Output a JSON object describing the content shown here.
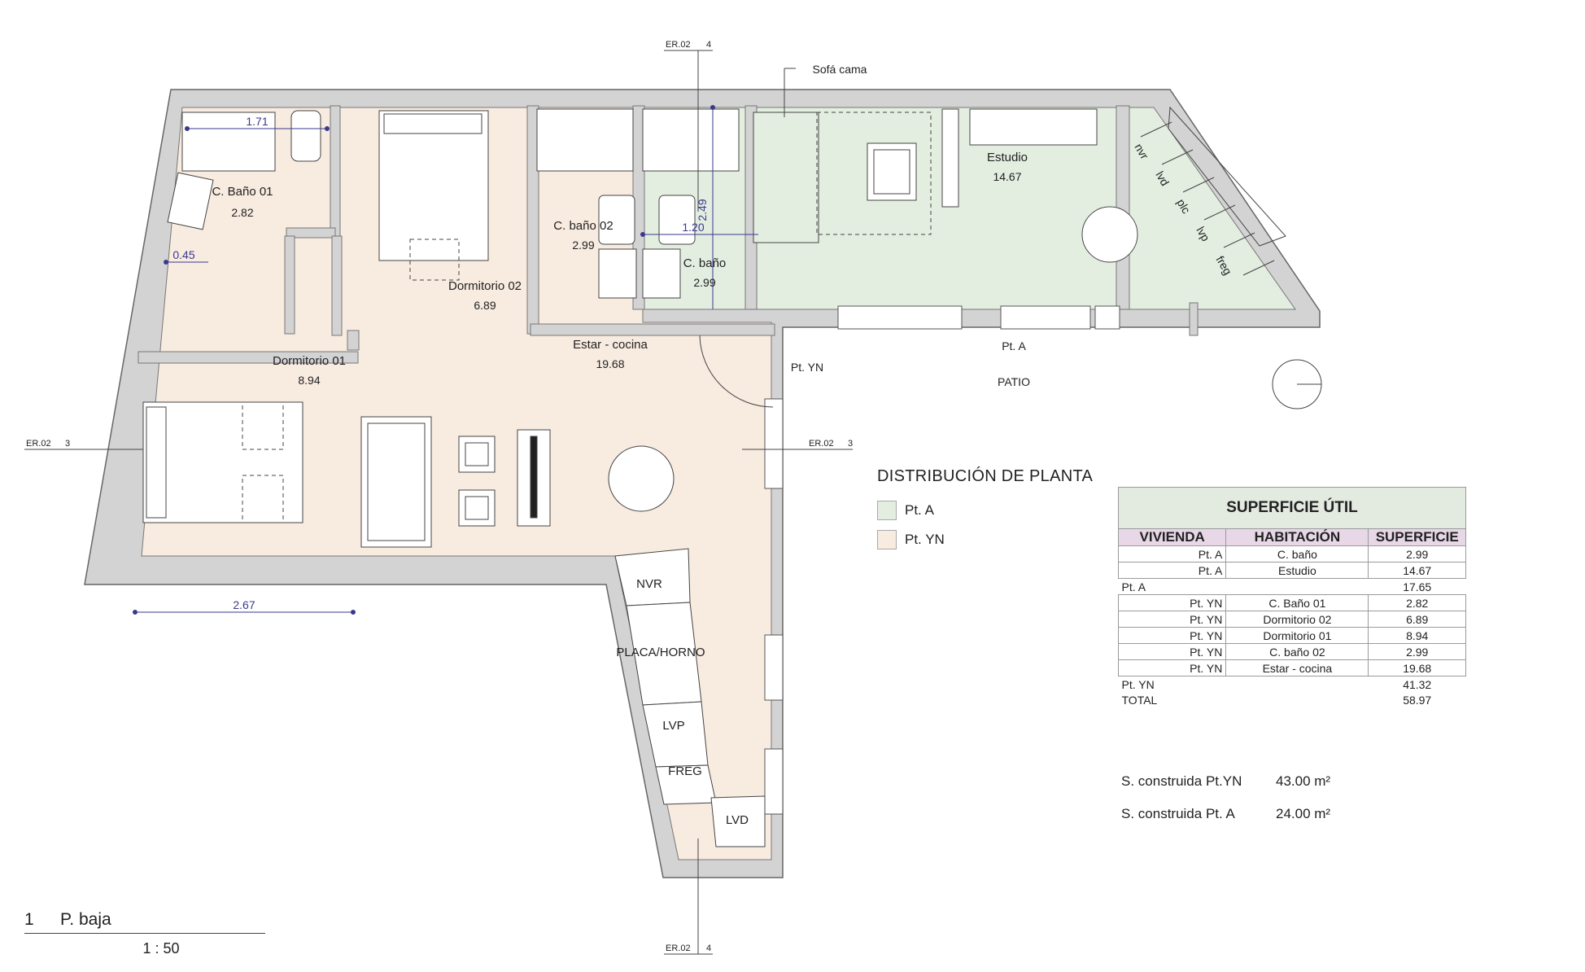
{
  "colors": {
    "pt_a": "#e3eee1",
    "pt_yn": "#f8ebe0",
    "wall": "#d3d3d3",
    "dim": "#3a3a8c"
  },
  "plan": {
    "rooms": [
      {
        "name": "C. Baño 01",
        "area": "2.82"
      },
      {
        "name": "Dormitorio 02",
        "area": "6.89"
      },
      {
        "name": "C. baño 02",
        "area": "2.99"
      },
      {
        "name": "C. baño",
        "area": "2.99"
      },
      {
        "name": "Estudio",
        "area": "14.67"
      },
      {
        "name": "Dormitorio 01",
        "area": "8.94"
      },
      {
        "name": "Estar - cocina",
        "area": "19.68"
      }
    ],
    "labels": {
      "sofa": "Sofá cama",
      "pt_a": "Pt. A",
      "pt_yn": "Pt. YN",
      "patio": "PATIO"
    },
    "dims": {
      "d171": "1.71",
      "d045": "0.45",
      "d249": "2.49",
      "d120": "1.20",
      "d267": "2.67"
    },
    "fixtures": {
      "nvr": "NVR",
      "placa": "PLACA/HORNO",
      "lvp": "LVP",
      "freg": "FREG",
      "lvd": "LVD",
      "s_nvr": "nvr",
      "s_lvd": "lvd",
      "s_plc": "plc",
      "s_lvp": "lvp",
      "s_freg": "freg"
    },
    "sections": {
      "top": "ER.02",
      "top_n": "4",
      "left": "ER.02",
      "left_n": "3",
      "right": "ER.02",
      "right_n": "3",
      "bottom": "ER.02",
      "bottom_n": "4"
    }
  },
  "legend": {
    "title": "DISTRIBUCIÓN DE PLANTA",
    "items": [
      {
        "label": "Pt. A"
      },
      {
        "label": "Pt. YN"
      }
    ]
  },
  "surface": {
    "title": "SUPERFICIE ÚTIL",
    "headers": [
      "VIVIENDA",
      "HABITACIÓN",
      "SUPERFICIE"
    ],
    "rows_a": [
      [
        "Pt. A",
        "C. baño",
        "2.99"
      ],
      [
        "Pt. A",
        "Estudio",
        "14.67"
      ]
    ],
    "subtotal_a": [
      "Pt. A",
      "17.65"
    ],
    "rows_yn": [
      [
        "Pt. YN",
        "C. Baño 01",
        "2.82"
      ],
      [
        "Pt. YN",
        "Dormitorio 02",
        "6.89"
      ],
      [
        "Pt. YN",
        "Dormitorio 01",
        "8.94"
      ],
      [
        "Pt. YN",
        "C. baño 02",
        "2.99"
      ],
      [
        "Pt. YN",
        "Estar - cocina",
        "19.68"
      ]
    ],
    "subtotal_yn": [
      "Pt. YN",
      "41.32"
    ],
    "total": [
      "TOTAL",
      "58.97"
    ]
  },
  "built": [
    {
      "label": "S. construida Pt.YN",
      "value": "43.00 m²"
    },
    {
      "label": "S. construida Pt. A",
      "value": "24.00 m²"
    }
  ],
  "title_block": {
    "number": "1",
    "name": "P. baja",
    "scale": "1 : 50"
  }
}
